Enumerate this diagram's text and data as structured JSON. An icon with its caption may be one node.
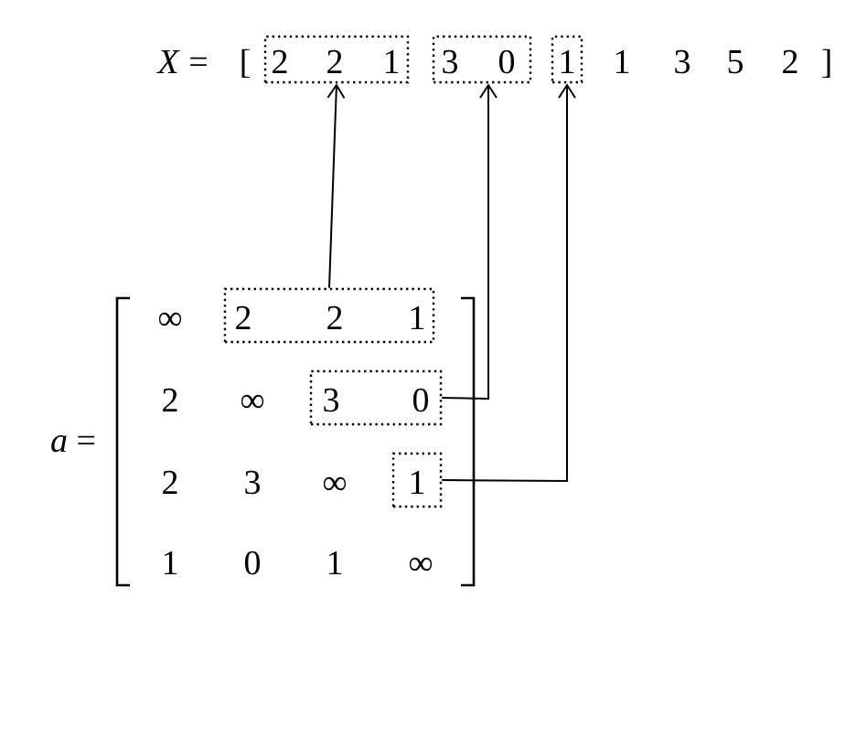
{
  "diagram": {
    "nodes": [
      {
        "text": [
          "2",
          "2",
          "1"
        ]
      },
      {
        "text": [
          "3",
          "0"
        ]
      },
      {
        "text": [
          "1"
        ]
      },
      {
        "text": [
          "2",
          "2",
          "1"
        ]
      },
      {
        "text": [
          "3",
          "0"
        ]
      },
      {
        "text": [
          "1"
        ]
      }
    ],
    "edges": [
      {
        "from": 3,
        "to": 0,
        "arrow": "to"
      },
      {
        "from": 4,
        "to": 1,
        "arrow": "to"
      },
      {
        "from": 5,
        "to": 2,
        "arrow": "to"
      }
    ],
    "labels": [
      "*X* =",
      "[",
      "1",
      "3",
      "5",
      "2",
      "]",
      "*a* =",
      "∞",
      "2",
      "∞",
      "2",
      "3",
      "∞",
      "1",
      "0",
      "1",
      "∞"
    ]
  }
}
